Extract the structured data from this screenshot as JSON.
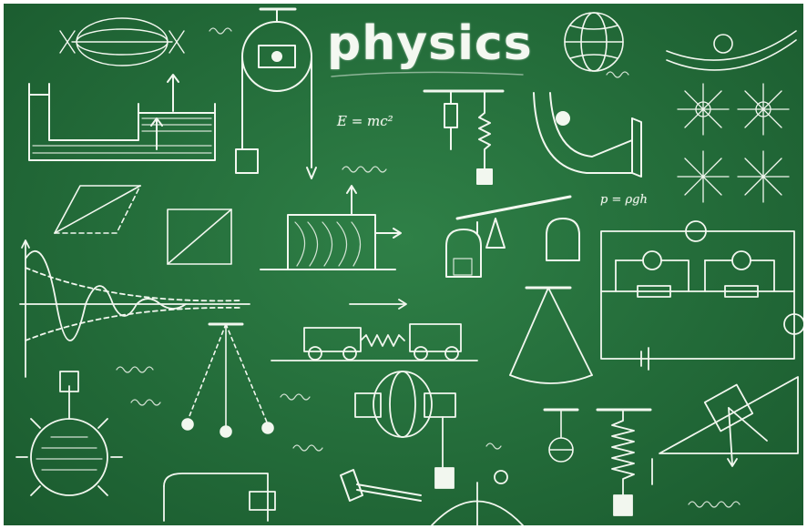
{
  "board": {
    "title": "physics",
    "formulas": {
      "energy": "E = mc²",
      "pressure": "p = ρgh"
    }
  },
  "colors": {
    "chalkboard": "#236b39",
    "chalk": "#f2f7ef"
  }
}
